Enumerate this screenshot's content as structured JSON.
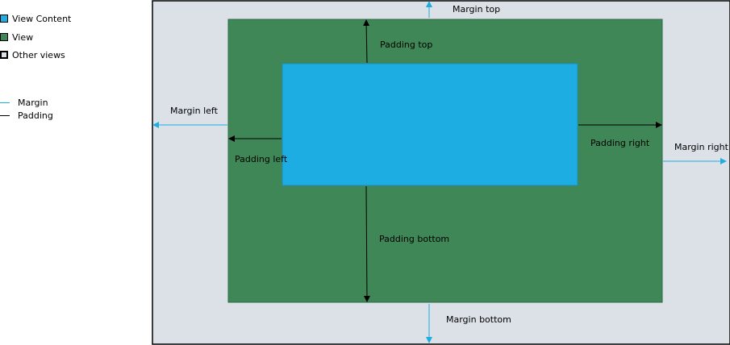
{
  "legend": {
    "items": [
      {
        "label": "View Content",
        "color": "#1eade3"
      },
      {
        "label": "View",
        "color": "#3f8756"
      },
      {
        "label": "Other views",
        "color": "#dce1e8"
      }
    ],
    "lines": [
      {
        "label": "Margin",
        "color": "#1eade3"
      },
      {
        "label": "Padding",
        "color": "#000000"
      }
    ]
  },
  "labels": {
    "margin_top": "Margin top",
    "margin_left": "Margin left",
    "margin_right": "Margin right",
    "margin_bottom": "Margin bottom",
    "padding_top": "Padding top",
    "padding_left": "Padding left",
    "padding_right": "Padding right",
    "padding_bottom": "Padding bottom"
  },
  "colors": {
    "content": "#1eade3",
    "view": "#3f8756",
    "other_views": "#dce1e8",
    "margin_arrow": "#1eade3",
    "padding_arrow": "#000000"
  }
}
